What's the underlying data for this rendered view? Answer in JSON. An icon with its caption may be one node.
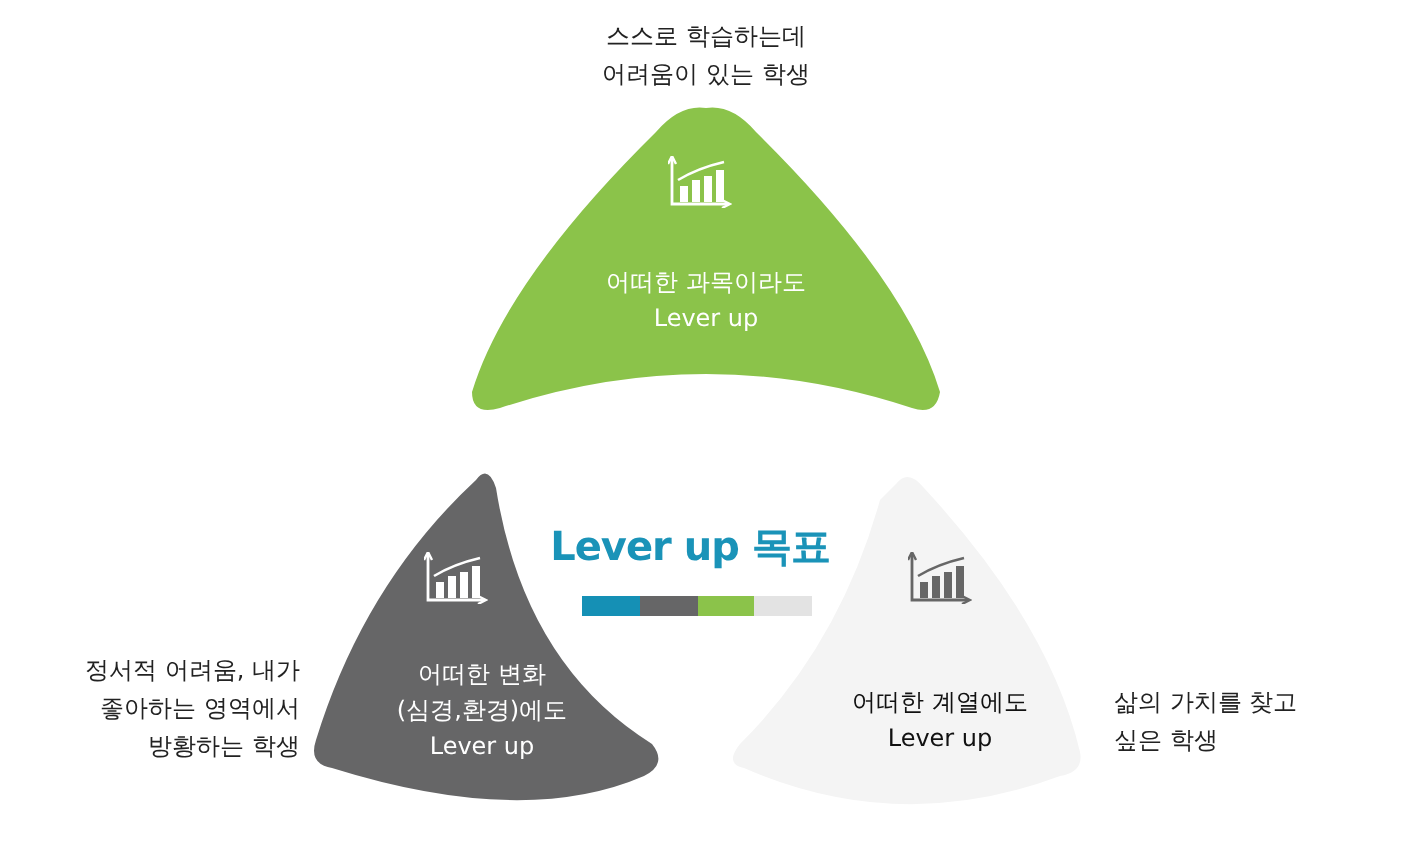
{
  "diagram": {
    "title": "Lever up 목표",
    "nodes": [
      {
        "text": [
          "어떠한 과목이라도 Lever up"
        ],
        "beside": [
          "스스로 학습하는데 어려움이 있는 학생"
        ]
      },
      {
        "text": [
          "어떠한 변화 (심경,환경)에도 Lever up"
        ],
        "beside": [
          "정서적 어려움, 내가 좋아하는 영역에서 방황하는 학생"
        ]
      },
      {
        "text": [
          "어떠한 계열에도 Lever up"
        ],
        "beside": [
          "삶의 가치를 찾고 싶은 학생"
        ]
      }
    ]
  }
}
